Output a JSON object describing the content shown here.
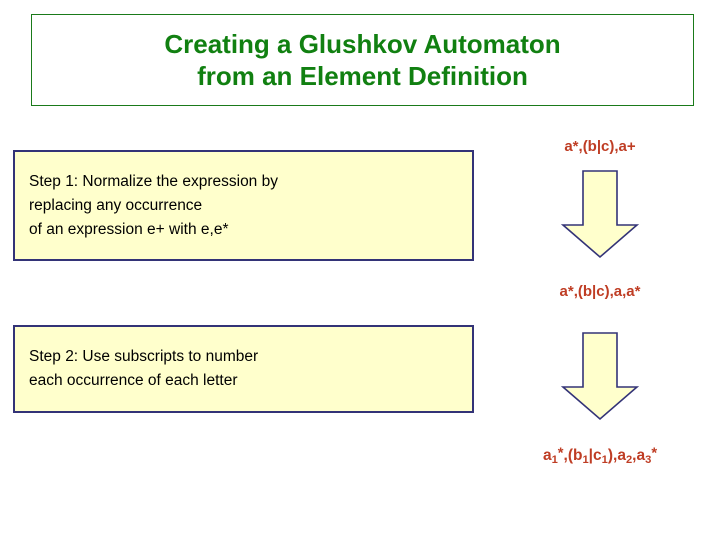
{
  "slide": {
    "title": {
      "lines": [
        "Creating a Glushkov Automaton",
        "from an Element Definition"
      ],
      "color": "#118011",
      "border_color": "#1a7a1a"
    },
    "steps": [
      {
        "id": "step-1",
        "lines": [
          "Step 1: Normalize the expression by",
          "replacing any occurrence",
          "of an expression e+ with e,e*"
        ],
        "fill_color": "#ffffcc",
        "border_color": "#333377"
      },
      {
        "id": "step-2",
        "lines": [
          "Step 2: Use subscripts to number",
          "each occurrence of each letter"
        ],
        "fill_color": "#ffffcc",
        "border_color": "#333377"
      }
    ],
    "expressions": [
      {
        "id": "expr-input",
        "text": "a*,(b|c),a+",
        "color": "#bf3d24"
      },
      {
        "id": "expr-normalized",
        "text": "a*,(b|c),a,a*",
        "color": "#bf3d24"
      },
      {
        "id": "expr-subscripted",
        "color": "#bf3d24",
        "parts": [
          {
            "t": "a"
          },
          {
            "t": "1",
            "k": "sub"
          },
          {
            "t": "*",
            "k": "sup"
          },
          {
            "t": ",(b"
          },
          {
            "t": "1",
            "k": "sub"
          },
          {
            "t": "|c"
          },
          {
            "t": "1",
            "k": "sub"
          },
          {
            "t": "),a"
          },
          {
            "t": "2",
            "k": "sub"
          },
          {
            "t": ",a"
          },
          {
            "t": "3",
            "k": "sub"
          },
          {
            "t": "*",
            "k": "sup"
          }
        ],
        "plain": "a1*,(b1|c1),a2,a3*"
      }
    ],
    "arrows": [
      {
        "id": "arrow-step1",
        "direction": "down",
        "fill_color": "#ffffcc",
        "border_color": "#333377"
      },
      {
        "id": "arrow-step2",
        "direction": "down",
        "fill_color": "#ffffcc",
        "border_color": "#333377"
      }
    ]
  }
}
